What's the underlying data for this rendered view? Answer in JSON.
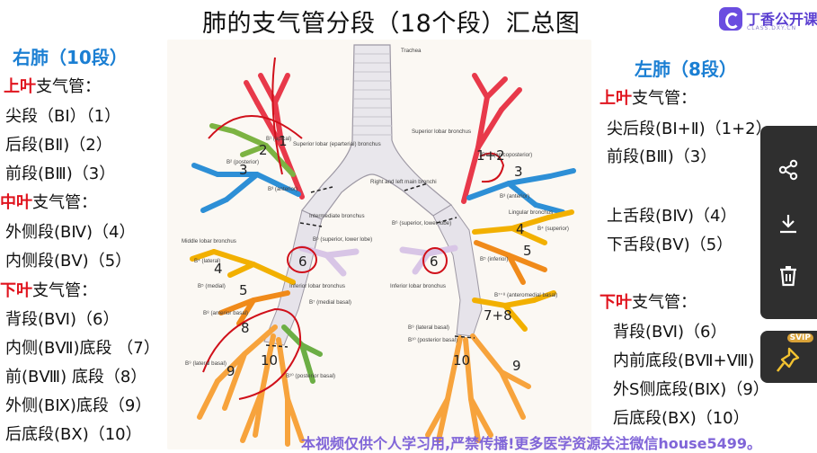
{
  "title": "肺的支气管分段（18个段）汇总图",
  "logo": {
    "name": "丁香公开课",
    "sub": "CLASS.DXY.CN"
  },
  "right_lung": {
    "heading": "右肺（10段）",
    "upper": {
      "prefix": "上叶",
      "label": "支气管："
    },
    "upper_items": [
      "尖段（BⅠ）（1）",
      "后段(BⅡ)（2）",
      "前段(BⅢ)（3）"
    ],
    "middle": {
      "prefix": "中叶",
      "label": "支气管："
    },
    "middle_items": [
      "外侧段(BⅣ)（4）",
      "内侧段(BⅤ)（5）"
    ],
    "lower": {
      "prefix": "下叶",
      "label": "支气管："
    },
    "lower_items": [
      "背段(BⅥ)（6）",
      "内侧(BⅦ)底段 （7）",
      "前(BⅧ) 底段（8）",
      "外侧(BⅨ)底段（9）",
      "后底段(BⅩ)（10）"
    ]
  },
  "left_lung": {
    "heading": "左肺（8段）",
    "upper": {
      "prefix": "上叶",
      "label": "支气管："
    },
    "upper_items": [
      "尖后段(BⅠ+Ⅱ)（1+2）",
      "前段(BⅢ)（3）",
      "上舌段(BⅣ)（4）",
      "下舌段(BⅤ)（5）"
    ],
    "lower": {
      "prefix": "下叶",
      "label": "支气管："
    },
    "lower_items": [
      "背段(BⅥ)（6）",
      "内前底段(BⅦ+Ⅷ)（7+8）",
      "外S侧底段(BⅨ)（9）",
      "后底段(BⅩ)（10）"
    ]
  },
  "figure_labels": {
    "trachea": "Trachea",
    "r_main": "Right and left main bronchi",
    "intermediate": "Intermediate bronchus",
    "middle_lobar": "Middle lobar bronchus",
    "r_superior_lobar": "Superior lobar (eparterial) bronchus",
    "l_superior_lobar": "Superior lobar bronchus",
    "lingular": "Lingular bronchus",
    "r_inferior_lobar": "Inferior lobar bronchus",
    "l_inferior_lobar": "Inferior lobar bronchus",
    "b1": "B¹ (apical)",
    "b2": "B² (posterior)",
    "b3": "B³ (anterior)",
    "b4": "B⁴ (lateral)",
    "b5": "B⁵ (medial)",
    "b6": "B⁶ (superior, lower lobe)",
    "b7": "B⁷ (medial basal)",
    "b8": "B⁸ (anterior basal)",
    "b9": "B⁹ (lateral basal)",
    "b10": "B¹⁰ (posterior basal)",
    "lb12": "B¹⁺² (apicoposterior)",
    "lb3": "B³ (anterior)",
    "lb4": "B⁴ (superior)",
    "lb5": "B⁵ (inferior)",
    "lb6": "B⁶ (superior, lower lobe)",
    "lb78": "B⁷⁺⁸ (anteromedial basal)",
    "lb9": "B⁹ (lateral basal)",
    "lb10": "B¹⁰ (posterior basal)"
  },
  "figure_numbers": {
    "r1": "1",
    "r2": "2",
    "r3": "3",
    "r4": "4",
    "r5": "5",
    "r6": "6",
    "r8": "8",
    "r9": "9",
    "r10": "10",
    "l12": "1+2",
    "l3": "3",
    "l4": "4",
    "l5": "5",
    "l6": "6",
    "l78": "7+8",
    "l9": "9",
    "l10": "10"
  },
  "watermark": "本视频仅供个人学习用,严禁传播!更多医学资源关注微信house5499。",
  "toolbar": {
    "badge": "SVIP"
  },
  "icons": [
    "share-icon",
    "download-icon",
    "trash-icon",
    "pin-icon"
  ],
  "colors": {
    "apical": "#e8394a",
    "posterior": "#7cb342",
    "anterior": "#2d8fd6",
    "middle_lateral": "#f2b000",
    "middle_medial": "#f08a1a",
    "superior_lower": "#d8c5e6",
    "basal_anterior": "#f7a33c",
    "basal_medial": "#6cae45",
    "heading_blue": "#1b7fd3",
    "accent_red": "#e0141e"
  }
}
